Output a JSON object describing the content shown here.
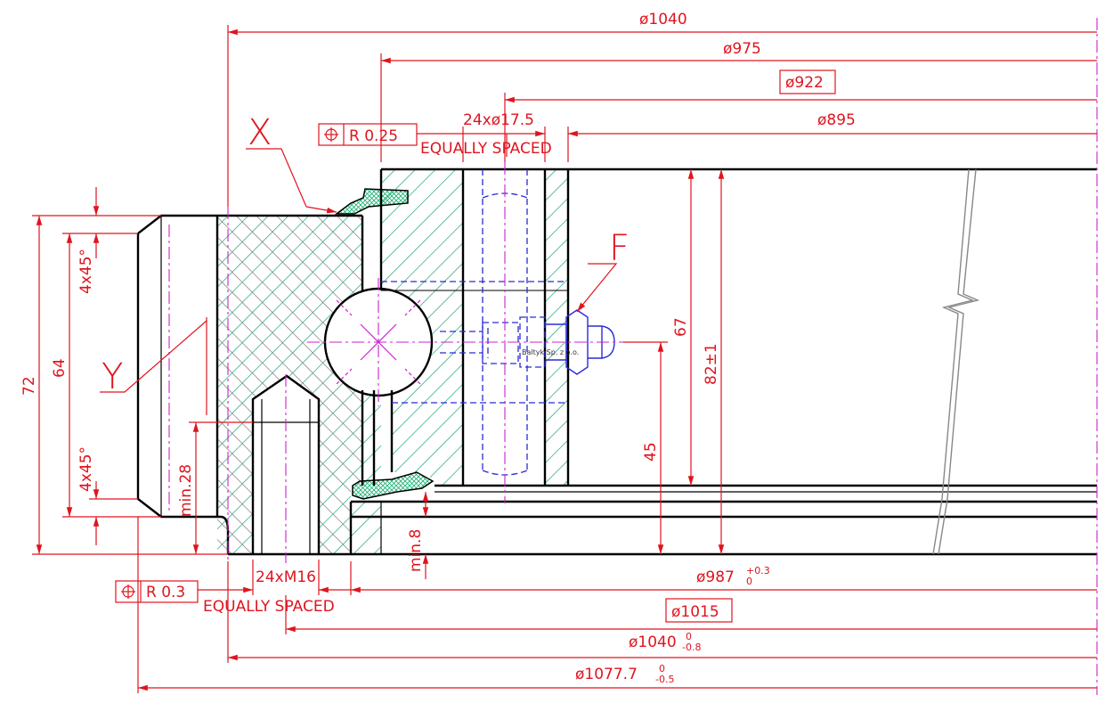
{
  "colors": {
    "dimension": "#e0141e",
    "outline": "#000000",
    "hatch_gray": "#7a7a7a",
    "hatch_green": "#1aa37a",
    "hidden": "#2a2ad8",
    "centerline": "#cc22cc",
    "seal_green": "#18b070"
  },
  "callouts": {
    "x": "X",
    "y": "Y",
    "f": "F"
  },
  "watermark": "Baltyk Sp. z o.o.",
  "top_dims": {
    "d1040": "ø1040",
    "d975": "ø975",
    "d922": "ø922",
    "d895": "ø895",
    "holes": "24xø17.5",
    "equally_spaced": "EQUALLY SPACED",
    "tol_r": "R 0.25"
  },
  "left_dims": {
    "h72": "72",
    "h64": "64",
    "chamfer_top": "4x45°",
    "chamfer_bottom": "4x45°",
    "min28": "min.28"
  },
  "right_dims": {
    "h67": "67",
    "h82": "82±1",
    "h45": "45"
  },
  "bottom_dims": {
    "min8": "min.8",
    "threads": "24xM16",
    "equally_spaced": "EQUALLY SPACED",
    "tol_r": "R 0.3",
    "d987": "ø987",
    "d987_tol_upper": "+0.3",
    "d987_tol_lower": "0",
    "d1015": "ø1015",
    "d1040": "ø1040",
    "d1040_tol_upper": "0",
    "d1040_tol_lower": "-0.8",
    "d1077": "ø1077.7",
    "d1077_tol_upper": "0",
    "d1077_tol_lower": "-0.5"
  }
}
